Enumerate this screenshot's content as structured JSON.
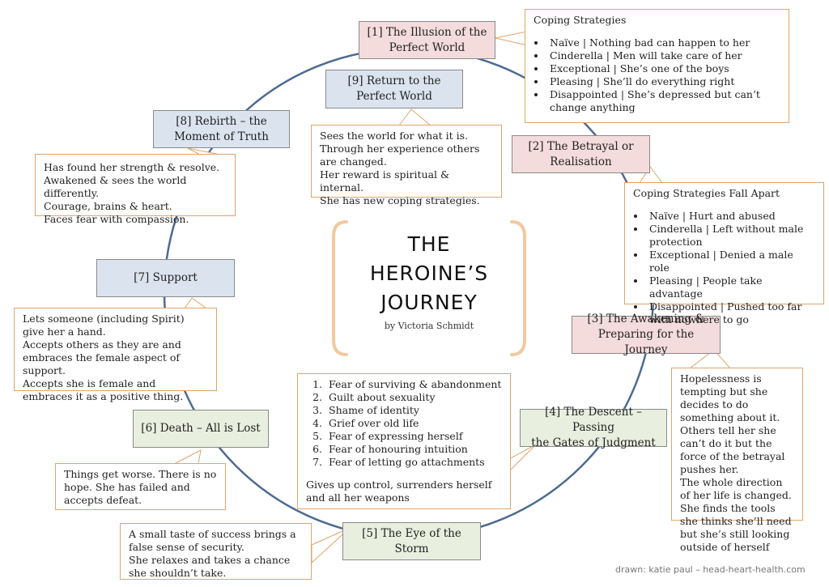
{
  "title": {
    "lines": [
      "THE",
      "HEROINE’S",
      "JOURNEY"
    ],
    "byline": "by Victoria Schmidt"
  },
  "credit": "drawn: katie paul – head-heart-health.com",
  "colors": {
    "circle": "#4d6b91",
    "callout_border": "#e0a46a",
    "pink": "#f4dcdc",
    "blue": "#dbe3ef",
    "green": "#e9efdf"
  },
  "stages": {
    "s1": {
      "line1": "[1] The Illusion of the",
      "line2": "Perfect World"
    },
    "s2": {
      "line1": "[2] The Betrayal or",
      "line2": "Realisation"
    },
    "s3": {
      "line1": "[3] The Awakening &",
      "line2": "Preparing for the Journey"
    },
    "s4": {
      "line1": "[4] The Descent – Passing",
      "line2": "the Gates of Judgment"
    },
    "s5": {
      "line1": "[5] The Eye of the",
      "line2": "Storm"
    },
    "s6": {
      "line1": "[6] Death – All is Lost"
    },
    "s7": {
      "line1": "[7] Support"
    },
    "s8": {
      "line1": "[8] Rebirth – the",
      "line2": "Moment of Truth"
    },
    "s9": {
      "line1": "[9] Return to the",
      "line2": "Perfect World"
    }
  },
  "callouts": {
    "c1": {
      "heading": "Coping Strategies",
      "items": [
        "Naïve | Nothing bad can happen to her",
        "Cinderella | Men will take care of her",
        "Exceptional | She’s one of the boys",
        "Pleasing | She’ll do everything right",
        "Disappointed | She’s depressed but can’t change anything"
      ]
    },
    "c2": {
      "heading": "Coping Strategies Fall Apart",
      "items": [
        "Naïve | Hurt and abused",
        "Cinderella | Left without male protection",
        "Exceptional | Denied a male role",
        "Pleasing | People take advantage",
        "Disappointed | Pushed too far with nowhere to go"
      ]
    },
    "c3": {
      "lines": [
        "Hopelessness is tempting but she decides to do something about it.",
        "Others tell her she can’t do it but the force of the betrayal pushes her.",
        "The whole direction of her life is changed.",
        "She finds the tools she thinks she’ll need but she’s still looking outside of herself"
      ]
    },
    "c4": {
      "items": [
        "Fear of surviving & abandonment",
        "Guilt about sexuality",
        "Shame of identity",
        "Grief over old life",
        "Fear of expressing herself",
        "Fear of honouring intuition",
        "Fear of letting go attachments"
      ],
      "footer": "Gives up control, surrenders herself and all her weapons"
    },
    "c5": {
      "lines": [
        "A small taste of success brings a false sense of security.",
        "She relaxes and takes a chance she shouldn’t take."
      ]
    },
    "c6": {
      "lines": [
        "Things get worse. There is no hope. She has failed and accepts defeat."
      ]
    },
    "c7": {
      "lines": [
        "Lets someone (including Spirit) give her a hand.",
        "Accepts others as they are and embraces the female aspect of support.",
        "Accepts she is female and embraces it as a positive thing."
      ]
    },
    "c8": {
      "lines": [
        "Has found her strength & resolve.",
        "Awakened & sees the world differently.",
        "Courage, brains & heart.",
        "Faces fear with compassion."
      ]
    },
    "c9": {
      "lines": [
        "Sees the world for what it is.",
        "Through her experience others are changed.",
        "Her reward is spiritual & internal.",
        "She has new coping strategies."
      ]
    }
  }
}
